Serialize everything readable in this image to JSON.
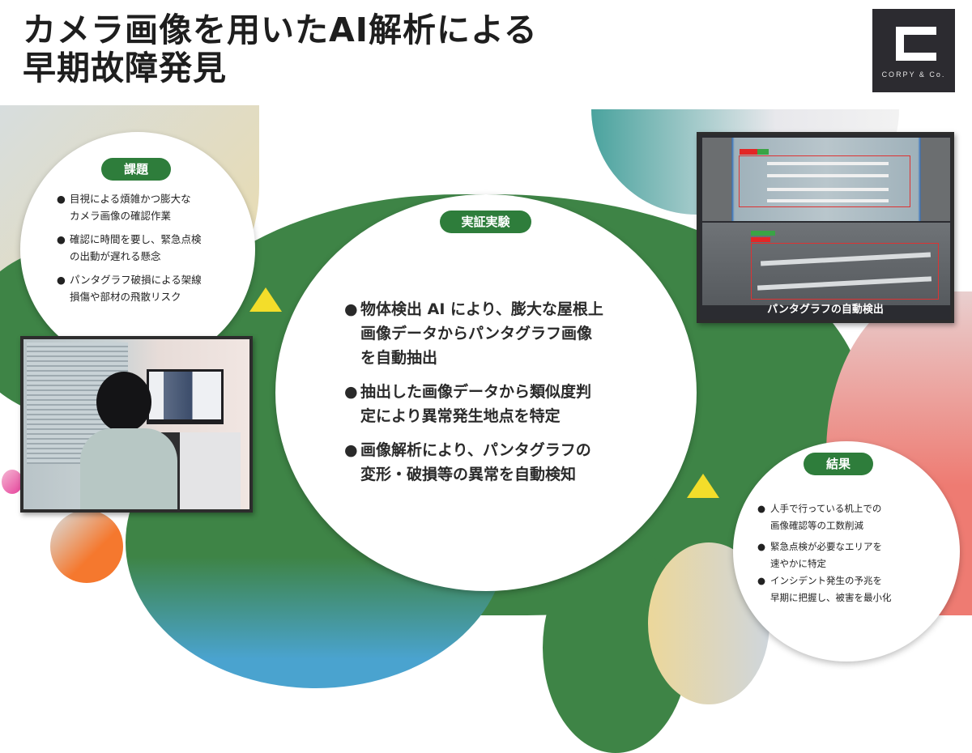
{
  "header": {
    "title_line1": "カメラ画像を用いたAI解析による",
    "title_line2": "早期故障発見"
  },
  "logo": {
    "letter": "C",
    "text": "CORPY & Co."
  },
  "colors": {
    "green": "#3e8446",
    "pill_green": "#2e7d3b",
    "yellow": "#f3dd2a",
    "coral": "#ee7b72",
    "orange": "#f5782e",
    "logo_bg": "#2c2b30"
  },
  "issues": {
    "label": "課題",
    "items": [
      {
        "line1": "目視による煩雑かつ膨大な",
        "line2": "カメラ画像の確認作業"
      },
      {
        "line1": "確認に時間を要し、緊急点検",
        "line2": "の出動が遅れる懸念"
      },
      {
        "line1": "パンタグラフ破損による架線",
        "line2": "損傷や部材の飛散リスク"
      }
    ]
  },
  "experiment": {
    "label": "実証実験",
    "items": [
      {
        "lines": [
          "物体検出 AI により、膨大な屋根上",
          "画像データからパンタグラフ画像",
          "を自動抽出"
        ]
      },
      {
        "lines": [
          "抽出した画像データから類似度判",
          "定により異常発生地点を特定"
        ]
      },
      {
        "lines": [
          "画像解析により、パンタグラフの",
          "変形・破損等の異常を自動検知"
        ]
      }
    ]
  },
  "detection_image": {
    "caption": "パンタグラフの自動検出"
  },
  "results": {
    "label": "結果",
    "items": [
      {
        "line1": "人手で行っている机上での",
        "line2": "画像確認等の工数削減"
      },
      {
        "line1": "緊急点検が必要なエリアを",
        "line2": "速やかに特定"
      },
      {
        "line1": "インシデント発生の予兆を",
        "line2": "早期に把握し、被害を最小化"
      }
    ]
  }
}
